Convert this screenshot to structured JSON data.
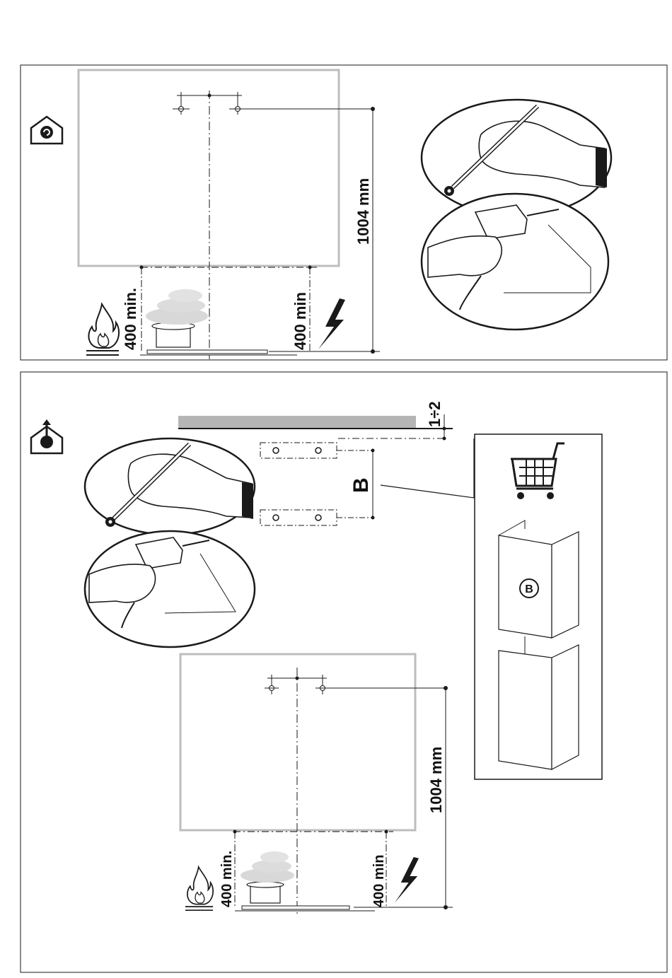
{
  "panel_top": {
    "height_label": "1004 mm",
    "gas_clearance_label": "400 min.",
    "electric_clearance_label": "400 min",
    "mode_icon": "recirculation-house-icon",
    "flame_icon": "gas-flame-icon",
    "lightning_icon": "electric-bolt-icon",
    "tool_icons": [
      "pencil-marking-hand-icon",
      "drill-hand-icon"
    ]
  },
  "panel_bottom": {
    "height_label": "1004 mm",
    "gas_clearance_label": "400 min.",
    "electric_clearance_label": "400 min",
    "gap_label": "1÷2",
    "bracket_label": "B",
    "accessory_label": "B",
    "mode_icon": "ducted-house-icon",
    "flame_icon": "gas-flame-icon",
    "lightning_icon": "electric-bolt-icon",
    "cart_icon": "shopping-cart-icon",
    "tool_icons": [
      "pencil-marking-hand-icon",
      "drill-hand-icon"
    ]
  },
  "colors": {
    "line": "#1a1a1a",
    "hood_outline": "#bdbdbd",
    "shelf": "#b5b5b5"
  }
}
